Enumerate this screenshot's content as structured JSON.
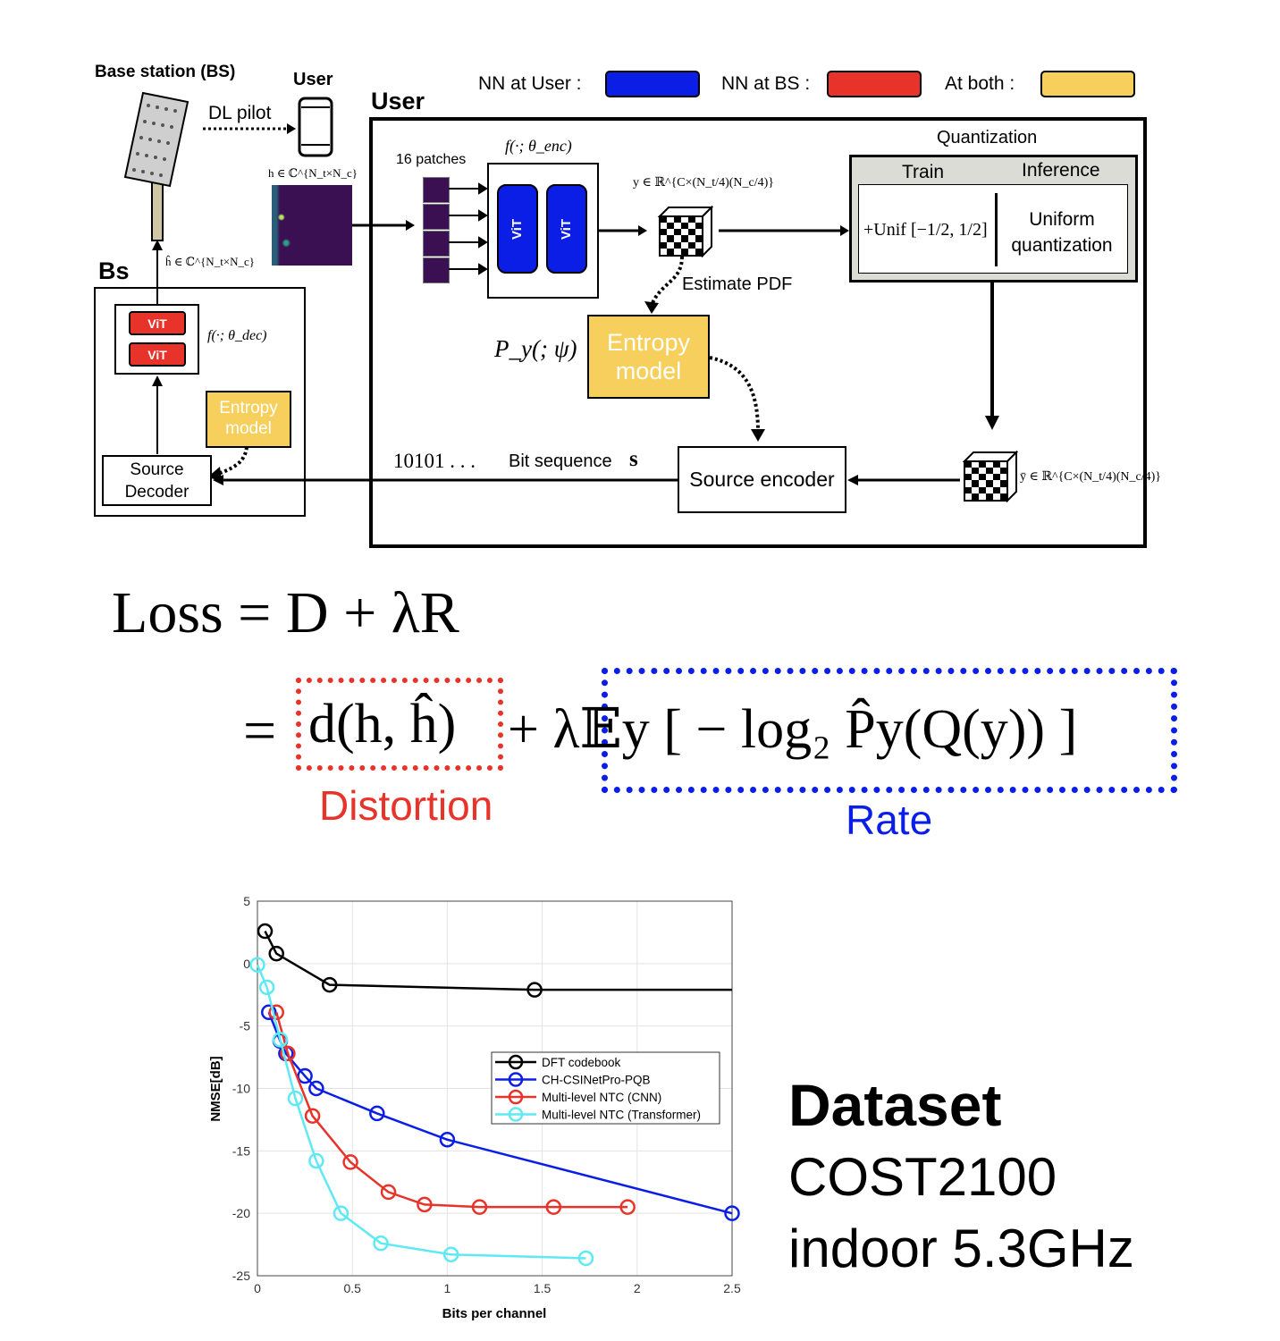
{
  "diagram": {
    "bs_title": "Base station (BS)",
    "dl_pilot": "DL pilot",
    "user_phone_label": "User",
    "user_box_title": "User",
    "bs_box_title": "Bs",
    "legend": {
      "user_label": "NN at User :",
      "bs_label": "NN at BS :",
      "both_label": "At both :",
      "user_color": "#0b1ee6",
      "bs_color": "#e8332a",
      "both_color": "#f6cf5c"
    },
    "h_label": "h ∈ ℂ^{N_t×N_c}",
    "hhat_label": "ĥ ∈ ℂ^{N_t×N_c}",
    "patches_label": "16 patches",
    "encoder_label": "f(·; θ_enc)",
    "decoder_label": "f(·; θ_dec)",
    "vit": "ViT",
    "y_label": "y ∈ ℝ^{C×(N_t/4)(N_c/4)}",
    "ybar_label": "ȳ ∈ ℝ^{C×(N_t/4)(N_c/4)}",
    "quantization_title": "Quantization",
    "train_label": "Train",
    "inference_label": "Inference",
    "train_formula": "+Unif [−1/2, 1/2]",
    "uniform_q_line1": "Uniform",
    "uniform_q_line2": "quantization",
    "estimate_pdf": "Estimate PDF",
    "py_label": "P_y(; ψ)",
    "entropy_line1": "Entropy",
    "entropy_line2": "model",
    "source_encoder": "Source encoder",
    "source_decoder_line1": "Source",
    "source_decoder_line2": "Decoder",
    "bit_seq_value": "10101 . . .",
    "bit_seq_label": "Bit sequence",
    "bit_seq_symbol": "s"
  },
  "equation": {
    "line1": "Loss = D + λR",
    "line2_prefix": "=",
    "distortion_term": "d(h, ĥ)",
    "rate_term": "+ λ𝔼y [ − log₂ P̂y(Q(y)) ]",
    "distortion_label": "Distortion",
    "rate_label": "Rate",
    "distortion_color": "#e8332a",
    "rate_color": "#0b1ee6"
  },
  "dataset": {
    "title": "Dataset",
    "line1": "COST2100",
    "line2": "indoor 5.3GHz"
  },
  "chart_data": {
    "type": "line",
    "xlabel": "Bits per channel",
    "ylabel": "NMSE[dB]",
    "xlim": [
      0,
      2.5
    ],
    "ylim": [
      -25,
      5
    ],
    "xticks": [
      "0",
      "0.5",
      "1",
      "1.5",
      "2",
      "2.5"
    ],
    "yticks": [
      "5",
      "0",
      "-5",
      "-10",
      "-15",
      "-20",
      "-25"
    ],
    "grid": true,
    "legend_position": "center-right",
    "series": [
      {
        "name": "DFT codebook",
        "color": "#000000",
        "x": [
          0.04,
          0.1,
          0.38,
          1.46,
          2.5
        ],
        "y": [
          2.6,
          0.8,
          -1.7,
          -2.1,
          -2.1
        ],
        "markers": [
          true,
          true,
          true,
          true,
          false
        ]
      },
      {
        "name": "CH-CSINetPro-PQB",
        "color": "#0b1ee6",
        "x": [
          0.06,
          0.12,
          0.15,
          0.25,
          0.31,
          0.63,
          1.0,
          2.5
        ],
        "y": [
          -3.9,
          -6.2,
          -7.2,
          -9.0,
          -10.0,
          -12.0,
          -14.1,
          -20.0
        ],
        "markers": [
          true,
          true,
          true,
          true,
          true,
          true,
          true,
          true
        ]
      },
      {
        "name": "Multi-level NTC (CNN)",
        "color": "#e8332a",
        "x": [
          0.1,
          0.16,
          0.29,
          0.49,
          0.69,
          0.88,
          1.17,
          1.56,
          1.95
        ],
        "y": [
          -3.9,
          -7.2,
          -12.2,
          -15.9,
          -18.3,
          -19.3,
          -19.5,
          -19.5,
          -19.5
        ],
        "markers": [
          true,
          true,
          true,
          true,
          true,
          true,
          true,
          true,
          true
        ]
      },
      {
        "name": "Multi-level NTC (Transformer)",
        "color": "#5fe9f2",
        "x": [
          0.0,
          0.05,
          0.12,
          0.2,
          0.31,
          0.44,
          0.65,
          1.02,
          1.73
        ],
        "y": [
          -0.1,
          -1.9,
          -6.1,
          -10.8,
          -15.8,
          -20.0,
          -22.4,
          -23.3,
          -23.6
        ],
        "markers": [
          true,
          true,
          true,
          true,
          true,
          true,
          true,
          true,
          true
        ]
      }
    ]
  }
}
